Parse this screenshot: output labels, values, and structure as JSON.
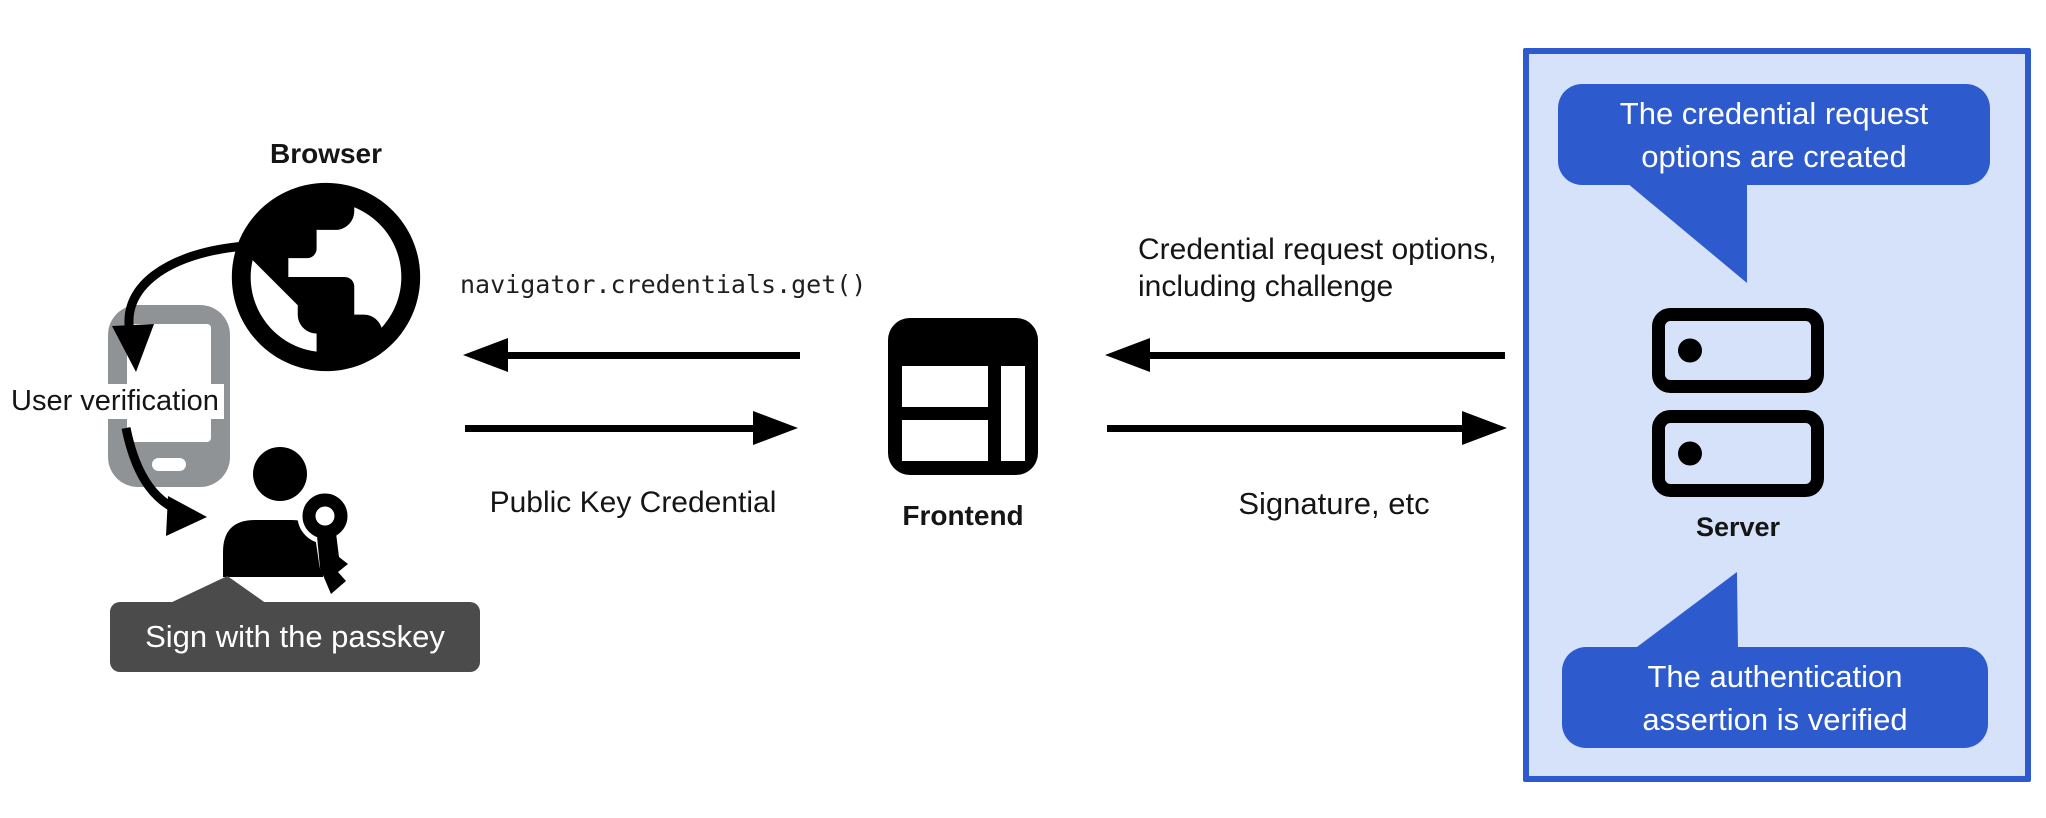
{
  "left": {
    "browser_label": "Browser",
    "user_verification_label": "User verification",
    "passkey_badge": "Sign with the passkey"
  },
  "middle": {
    "code_label": "navigator.credentials.get()",
    "public_key_label": "Public Key Credential",
    "frontend_label": "Frontend"
  },
  "right": {
    "request_options_lines": [
      "Credential request options,",
      "including challenge"
    ],
    "signature_label": "Signature, etc"
  },
  "server_panel": {
    "bubble_top_lines": [
      "The credential request",
      "options are created"
    ],
    "server_label": "Server",
    "bubble_bottom_lines": [
      "The authentication",
      "assertion is verified"
    ]
  },
  "colors": {
    "bubble_blue": "#2d5bce",
    "panel_fill": "#d6e2fa",
    "panel_border": "#2d5bce",
    "badge_gray": "#4b4b4b",
    "phone_gray": "#8f9396",
    "ink": "#151515"
  }
}
